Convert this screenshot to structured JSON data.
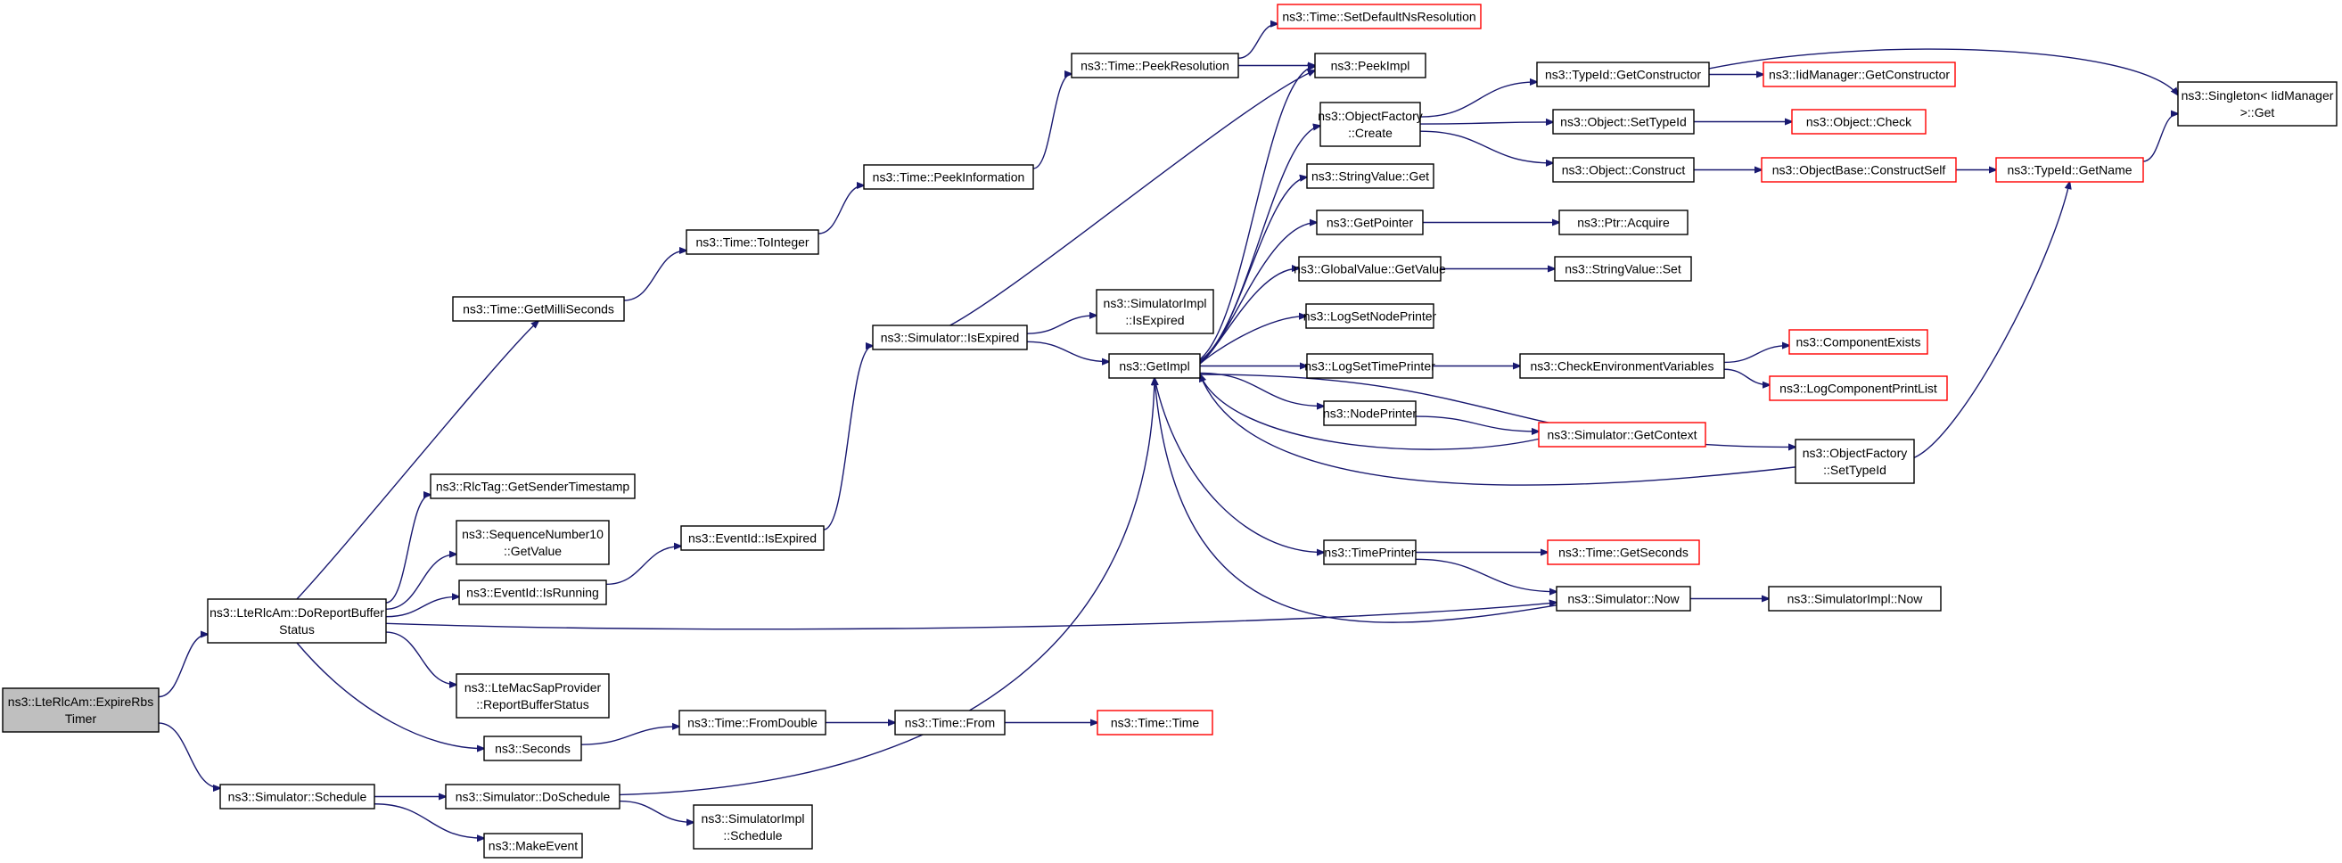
{
  "colors": {
    "edge": "#191970",
    "node_border": "#000000",
    "truncated_node_border": "#ff0000",
    "root_fill": "#bfbfbf",
    "node_fill": "#ffffff"
  },
  "nodes": {
    "expire": {
      "lines": [
        "ns3::LteRlcAm::ExpireRbs",
        "Timer"
      ],
      "style": "root"
    },
    "doreport": {
      "lines": [
        "ns3::LteRlcAm::DoReportBuffer",
        "Status"
      ],
      "style": "normal"
    },
    "schedule": {
      "lines": [
        "ns3::Simulator::Schedule"
      ],
      "style": "normal"
    },
    "getms": {
      "lines": [
        "ns3::Time::GetMilliSeconds"
      ],
      "style": "normal"
    },
    "rlctag": {
      "lines": [
        "ns3::RlcTag::GetSenderTimestamp"
      ],
      "style": "normal"
    },
    "seqnum": {
      "lines": [
        "ns3::SequenceNumber10",
        "::GetValue"
      ],
      "style": "normal"
    },
    "isrunning": {
      "lines": [
        "ns3::EventId::IsRunning"
      ],
      "style": "normal"
    },
    "ltemac": {
      "lines": [
        "ns3::LteMacSapProvider",
        "::ReportBufferStatus"
      ],
      "style": "normal"
    },
    "seconds": {
      "lines": [
        "ns3::Seconds"
      ],
      "style": "normal"
    },
    "doschedule": {
      "lines": [
        "ns3::Simulator::DoSchedule"
      ],
      "style": "normal"
    },
    "makeevent": {
      "lines": [
        "ns3::MakeEvent"
      ],
      "style": "normal"
    },
    "tointeger": {
      "lines": [
        "ns3::Time::ToInteger"
      ],
      "style": "normal"
    },
    "evexpired": {
      "lines": [
        "ns3::EventId::IsExpired"
      ],
      "style": "normal"
    },
    "fromdouble": {
      "lines": [
        "ns3::Time::FromDouble"
      ],
      "style": "normal"
    },
    "simimplsched": {
      "lines": [
        "ns3::SimulatorImpl",
        "::Schedule"
      ],
      "style": "normal"
    },
    "peekinfo": {
      "lines": [
        "ns3::Time::PeekInformation"
      ],
      "style": "normal"
    },
    "simexpired": {
      "lines": [
        "ns3::Simulator::IsExpired"
      ],
      "style": "normal"
    },
    "timefrom": {
      "lines": [
        "ns3::Time::From"
      ],
      "style": "normal"
    },
    "peekres": {
      "lines": [
        "ns3::Time::PeekResolution"
      ],
      "style": "normal"
    },
    "simimplexp": {
      "lines": [
        "ns3::SimulatorImpl",
        "::IsExpired"
      ],
      "style": "normal"
    },
    "getimpl": {
      "lines": [
        "ns3::GetImpl"
      ],
      "style": "normal"
    },
    "timetime": {
      "lines": [
        "ns3::Time::Time"
      ],
      "style": "red"
    },
    "setdefault": {
      "lines": [
        "ns3::Time::SetDefaultNsResolution"
      ],
      "style": "red"
    },
    "peekimpl": {
      "lines": [
        "ns3::PeekImpl"
      ],
      "style": "normal"
    },
    "objcreate": {
      "lines": [
        "ns3::ObjectFactory",
        "::Create"
      ],
      "style": "normal"
    },
    "strget": {
      "lines": [
        "ns3::StringValue::Get"
      ],
      "style": "normal"
    },
    "getpointer": {
      "lines": [
        "ns3::GetPointer"
      ],
      "style": "normal"
    },
    "gvget": {
      "lines": [
        "ns3::GlobalValue::GetValue"
      ],
      "style": "normal"
    },
    "lognode": {
      "lines": [
        "ns3::LogSetNodePrinter"
      ],
      "style": "normal"
    },
    "logtime": {
      "lines": [
        "ns3::LogSetTimePrinter"
      ],
      "style": "normal"
    },
    "nodeprinter": {
      "lines": [
        "ns3::NodePrinter"
      ],
      "style": "normal"
    },
    "timeprinter": {
      "lines": [
        "ns3::TimePrinter"
      ],
      "style": "normal"
    },
    "tidgetctor": {
      "lines": [
        "ns3::TypeId::GetConstructor"
      ],
      "style": "normal"
    },
    "objsettid": {
      "lines": [
        "ns3::Object::SetTypeId"
      ],
      "style": "normal"
    },
    "objconstruct": {
      "lines": [
        "ns3::Object::Construct"
      ],
      "style": "normal"
    },
    "ptracquire": {
      "lines": [
        "ns3::Ptr::Acquire"
      ],
      "style": "normal"
    },
    "strset": {
      "lines": [
        "ns3::StringValue::Set"
      ],
      "style": "normal"
    },
    "checkenv": {
      "lines": [
        "ns3::CheckEnvironmentVariables"
      ],
      "style": "normal"
    },
    "getcontext": {
      "lines": [
        "ns3::Simulator::GetContext"
      ],
      "style": "red"
    },
    "ofsettid": {
      "lines": [
        "ns3::ObjectFactory",
        "::SetTypeId"
      ],
      "style": "normal"
    },
    "getseconds": {
      "lines": [
        "ns3::Time::GetSeconds"
      ],
      "style": "red"
    },
    "simnow": {
      "lines": [
        "ns3::Simulator::Now"
      ],
      "style": "normal"
    },
    "iidgetctor": {
      "lines": [
        "ns3::IidManager::GetConstructor"
      ],
      "style": "red"
    },
    "objcheck": {
      "lines": [
        "ns3::Object::Check"
      ],
      "style": "red"
    },
    "constructself": {
      "lines": [
        "ns3::ObjectBase::ConstructSelf"
      ],
      "style": "red"
    },
    "compexists": {
      "lines": [
        "ns3::ComponentExists"
      ],
      "style": "red"
    },
    "logcomp": {
      "lines": [
        "ns3::LogComponentPrintList"
      ],
      "style": "red"
    },
    "simimplnow": {
      "lines": [
        "ns3::SimulatorImpl::Now"
      ],
      "style": "normal"
    },
    "tidgetname": {
      "lines": [
        "ns3::TypeId::GetName"
      ],
      "style": "red"
    },
    "singleton": {
      "lines": [
        "ns3::Singleton< IidManager",
        ">::Get"
      ],
      "style": "normal"
    }
  },
  "edges": [
    [
      "expire",
      "doreport"
    ],
    [
      "expire",
      "schedule"
    ],
    [
      "doreport",
      "getms"
    ],
    [
      "doreport",
      "rlctag"
    ],
    [
      "doreport",
      "seqnum"
    ],
    [
      "doreport",
      "isrunning"
    ],
    [
      "doreport",
      "ltemac"
    ],
    [
      "doreport",
      "seconds"
    ],
    [
      "doreport",
      "simnow"
    ],
    [
      "schedule",
      "doschedule"
    ],
    [
      "schedule",
      "makeevent"
    ],
    [
      "getms",
      "tointeger"
    ],
    [
      "tointeger",
      "peekinfo"
    ],
    [
      "peekinfo",
      "peekres"
    ],
    [
      "peekres",
      "setdefault"
    ],
    [
      "peekres",
      "peekimpl"
    ],
    [
      "isrunning",
      "evexpired"
    ],
    [
      "evexpired",
      "simexpired"
    ],
    [
      "simexpired",
      "peekimpl"
    ],
    [
      "simexpired",
      "simimplexp"
    ],
    [
      "simexpired",
      "getimpl"
    ],
    [
      "seconds",
      "fromdouble"
    ],
    [
      "fromdouble",
      "timefrom"
    ],
    [
      "timefrom",
      "timetime"
    ],
    [
      "doschedule",
      "getimpl"
    ],
    [
      "doschedule",
      "simimplsched"
    ],
    [
      "getimpl",
      "peekimpl"
    ],
    [
      "getimpl",
      "objcreate"
    ],
    [
      "getimpl",
      "strget"
    ],
    [
      "getimpl",
      "getpointer"
    ],
    [
      "getimpl",
      "gvget"
    ],
    [
      "getimpl",
      "lognode"
    ],
    [
      "getimpl",
      "logtime"
    ],
    [
      "getimpl",
      "nodeprinter"
    ],
    [
      "getimpl",
      "ofsettid"
    ],
    [
      "getimpl",
      "timeprinter"
    ],
    [
      "objcreate",
      "tidgetctor"
    ],
    [
      "objcreate",
      "objsettid"
    ],
    [
      "objcreate",
      "objconstruct"
    ],
    [
      "tidgetctor",
      "iidgetctor"
    ],
    [
      "tidgetctor",
      "singleton"
    ],
    [
      "objsettid",
      "objcheck"
    ],
    [
      "objconstruct",
      "constructself"
    ],
    [
      "constructself",
      "tidgetname"
    ],
    [
      "tidgetname",
      "singleton"
    ],
    [
      "getpointer",
      "ptracquire"
    ],
    [
      "gvget",
      "strset"
    ],
    [
      "logtime",
      "checkenv"
    ],
    [
      "checkenv",
      "compexists"
    ],
    [
      "checkenv",
      "logcomp"
    ],
    [
      "nodeprinter",
      "getcontext"
    ],
    [
      "getcontext",
      "getimpl"
    ],
    [
      "ofsettid",
      "tidgetname"
    ],
    [
      "ofsettid",
      "getimpl"
    ],
    [
      "timeprinter",
      "getseconds"
    ],
    [
      "timeprinter",
      "simnow"
    ],
    [
      "simnow",
      "getimpl"
    ],
    [
      "simnow",
      "simimplnow"
    ]
  ]
}
